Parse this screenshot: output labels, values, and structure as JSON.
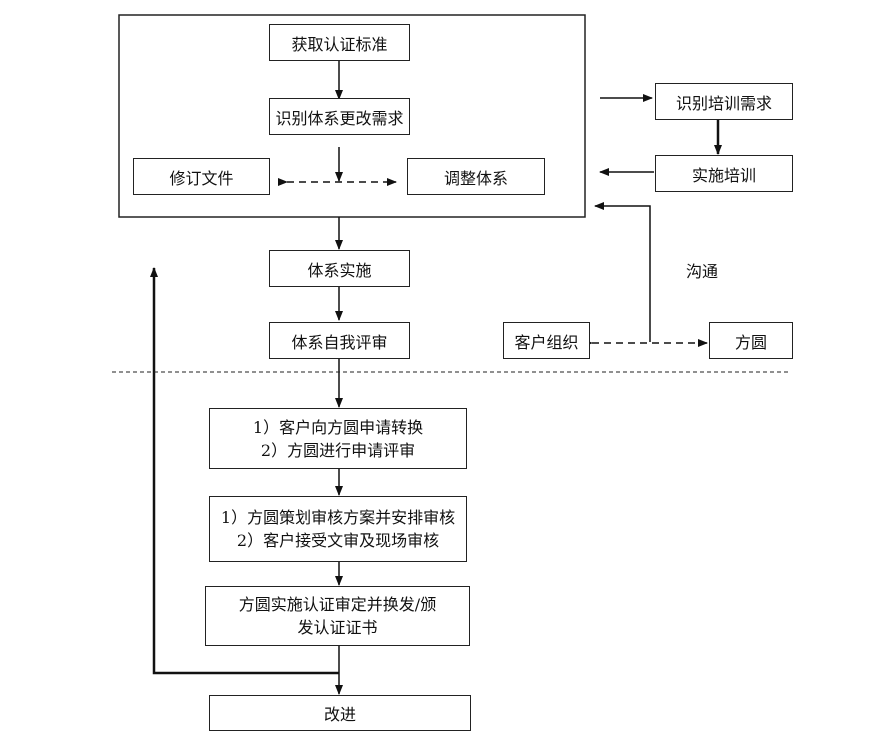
{
  "top_group": {
    "obtain_standard": "获取认证标准",
    "identify_changes": "识别体系更改需求",
    "revise_docs": "修订文件",
    "adjust_system": "调整体系"
  },
  "training": {
    "identify_needs": "识别培训需求",
    "implement": "实施培训"
  },
  "flow": {
    "system_impl": "体系实施",
    "self_audit": "体系自我评审"
  },
  "communication": {
    "label": "沟通",
    "client_org": "客户组织",
    "fangyuan": "方圆"
  },
  "certification": {
    "step1_line1": "1）客户向方圆申请转换",
    "step1_line2": "2）方圆进行申请评审",
    "step2_line1": "1）方圆策划审核方案并安排审核",
    "step2_line2": "2）客户接受文审及现场审核",
    "step3_line1": "方圆实施认证审定并换发/颁",
    "step3_line2": "发认证证书",
    "improve": "改进"
  }
}
